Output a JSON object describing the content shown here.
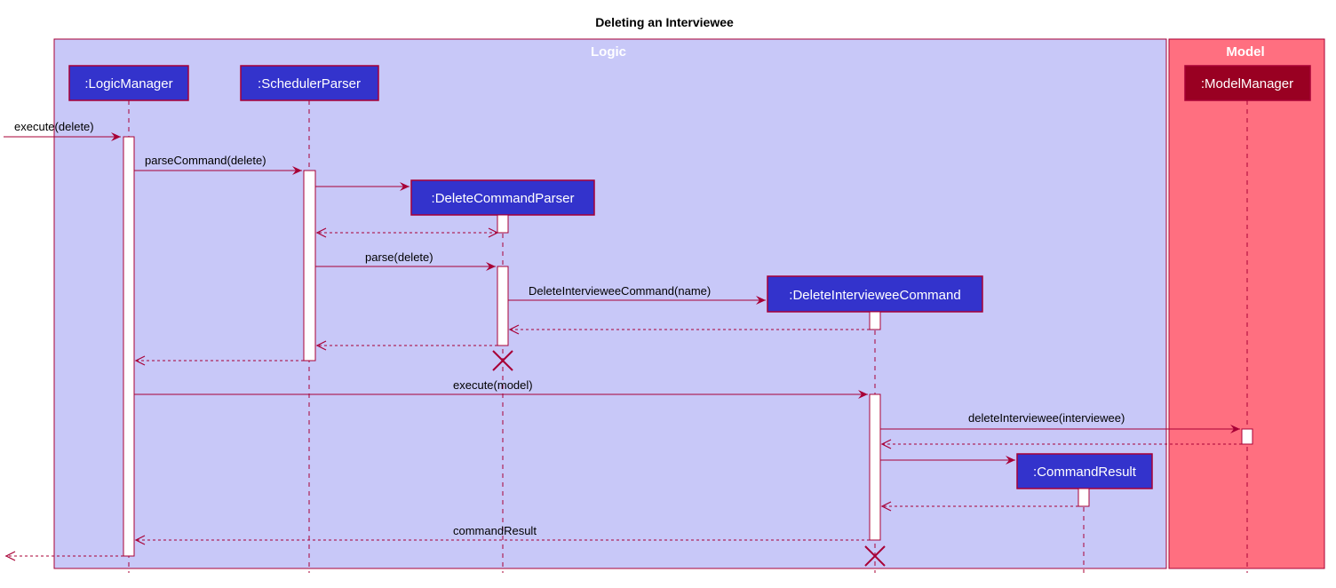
{
  "diagram": {
    "title": "Deleting an Interviewee",
    "boxes": {
      "logic": {
        "title": "Logic"
      },
      "model": {
        "title": "Model"
      }
    },
    "participants": {
      "logic_manager": ":LogicManager",
      "scheduler_parser": ":SchedulerParser",
      "delete_command_parser": ":DeleteCommandParser",
      "delete_interviewee_command": ":DeleteIntervieweeCommand",
      "command_result": ":CommandResult",
      "model_manager": ":ModelManager"
    },
    "messages": {
      "execute_delete": "execute(delete)",
      "parse_command": "parseCommand(delete)",
      "parse": "parse(delete)",
      "constructor": "DeleteIntervieweeCommand(name)",
      "execute_model": "execute(model)",
      "delete_interviewee": "deleteInterviewee(interviewee)",
      "command_result": "commandResult"
    },
    "colors": {
      "logic_box": "#C8C8F8",
      "model_box": "#FF6F80",
      "participant_logic": "#3333CC",
      "participant_model": "#990022",
      "line": "#A80036"
    }
  }
}
